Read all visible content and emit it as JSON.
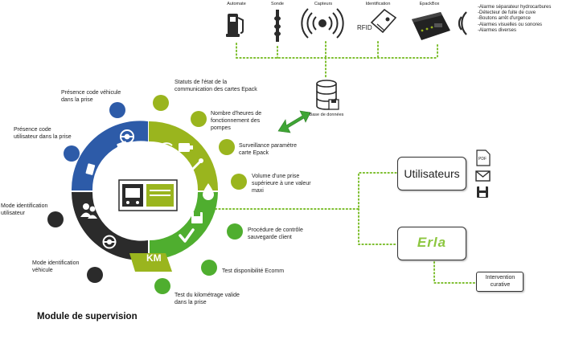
{
  "devices": {
    "automate": "Automate",
    "sonde": "Sonde",
    "capteurs": "Capteurs",
    "identification": "Identification",
    "rfid": "RFID",
    "epackbox": "EpackBox"
  },
  "alarms": [
    "-Alarme séparateur hydrocarbures",
    "-Détecteur de fuite de cuve",
    "-Boutons arrêt d'urgence",
    "-Alarmes visuelles ou sonores",
    "-Alarmes diverses"
  ],
  "database_label": "Base de données",
  "ring_items": {
    "presence_vehicule": "Présence code véhicule dans la prise",
    "presence_utilisateur": "Présence code utilisateur dans la prise",
    "mode_id_utilisateur": "Mode identification utilisateur",
    "mode_id_vehicule": "Mode identification véhicule",
    "test_km": "Test du kilométrage valide dans la prise",
    "test_ecomm": "Test disponibilité Ecomm",
    "procedure_controle": "Procédure de contrôle sauvegarde client",
    "volume_prise": "Volume d'une prise supérieure à une valeur maxi",
    "surveillance": "Surveillance paramètre carte Epack",
    "heures": "Nombre d'heures de fonctionnement des pompes",
    "statuts": "Statuts de l'état de la communication des cartes Epack"
  },
  "km_label": "KM",
  "module_title": "Module de supervision",
  "utilisateurs_label": "Utilisateurs",
  "pdf_label": "PDF",
  "erla_label": "Erla",
  "intervention_label": "Intervention curative",
  "colors": {
    "blue": "#2d5ba8",
    "dark": "#2b2b2b",
    "olive": "#9ab51e",
    "green": "#4fae2f",
    "dotted": "#7dbe2e",
    "erla_green": "#8cc63f"
  }
}
